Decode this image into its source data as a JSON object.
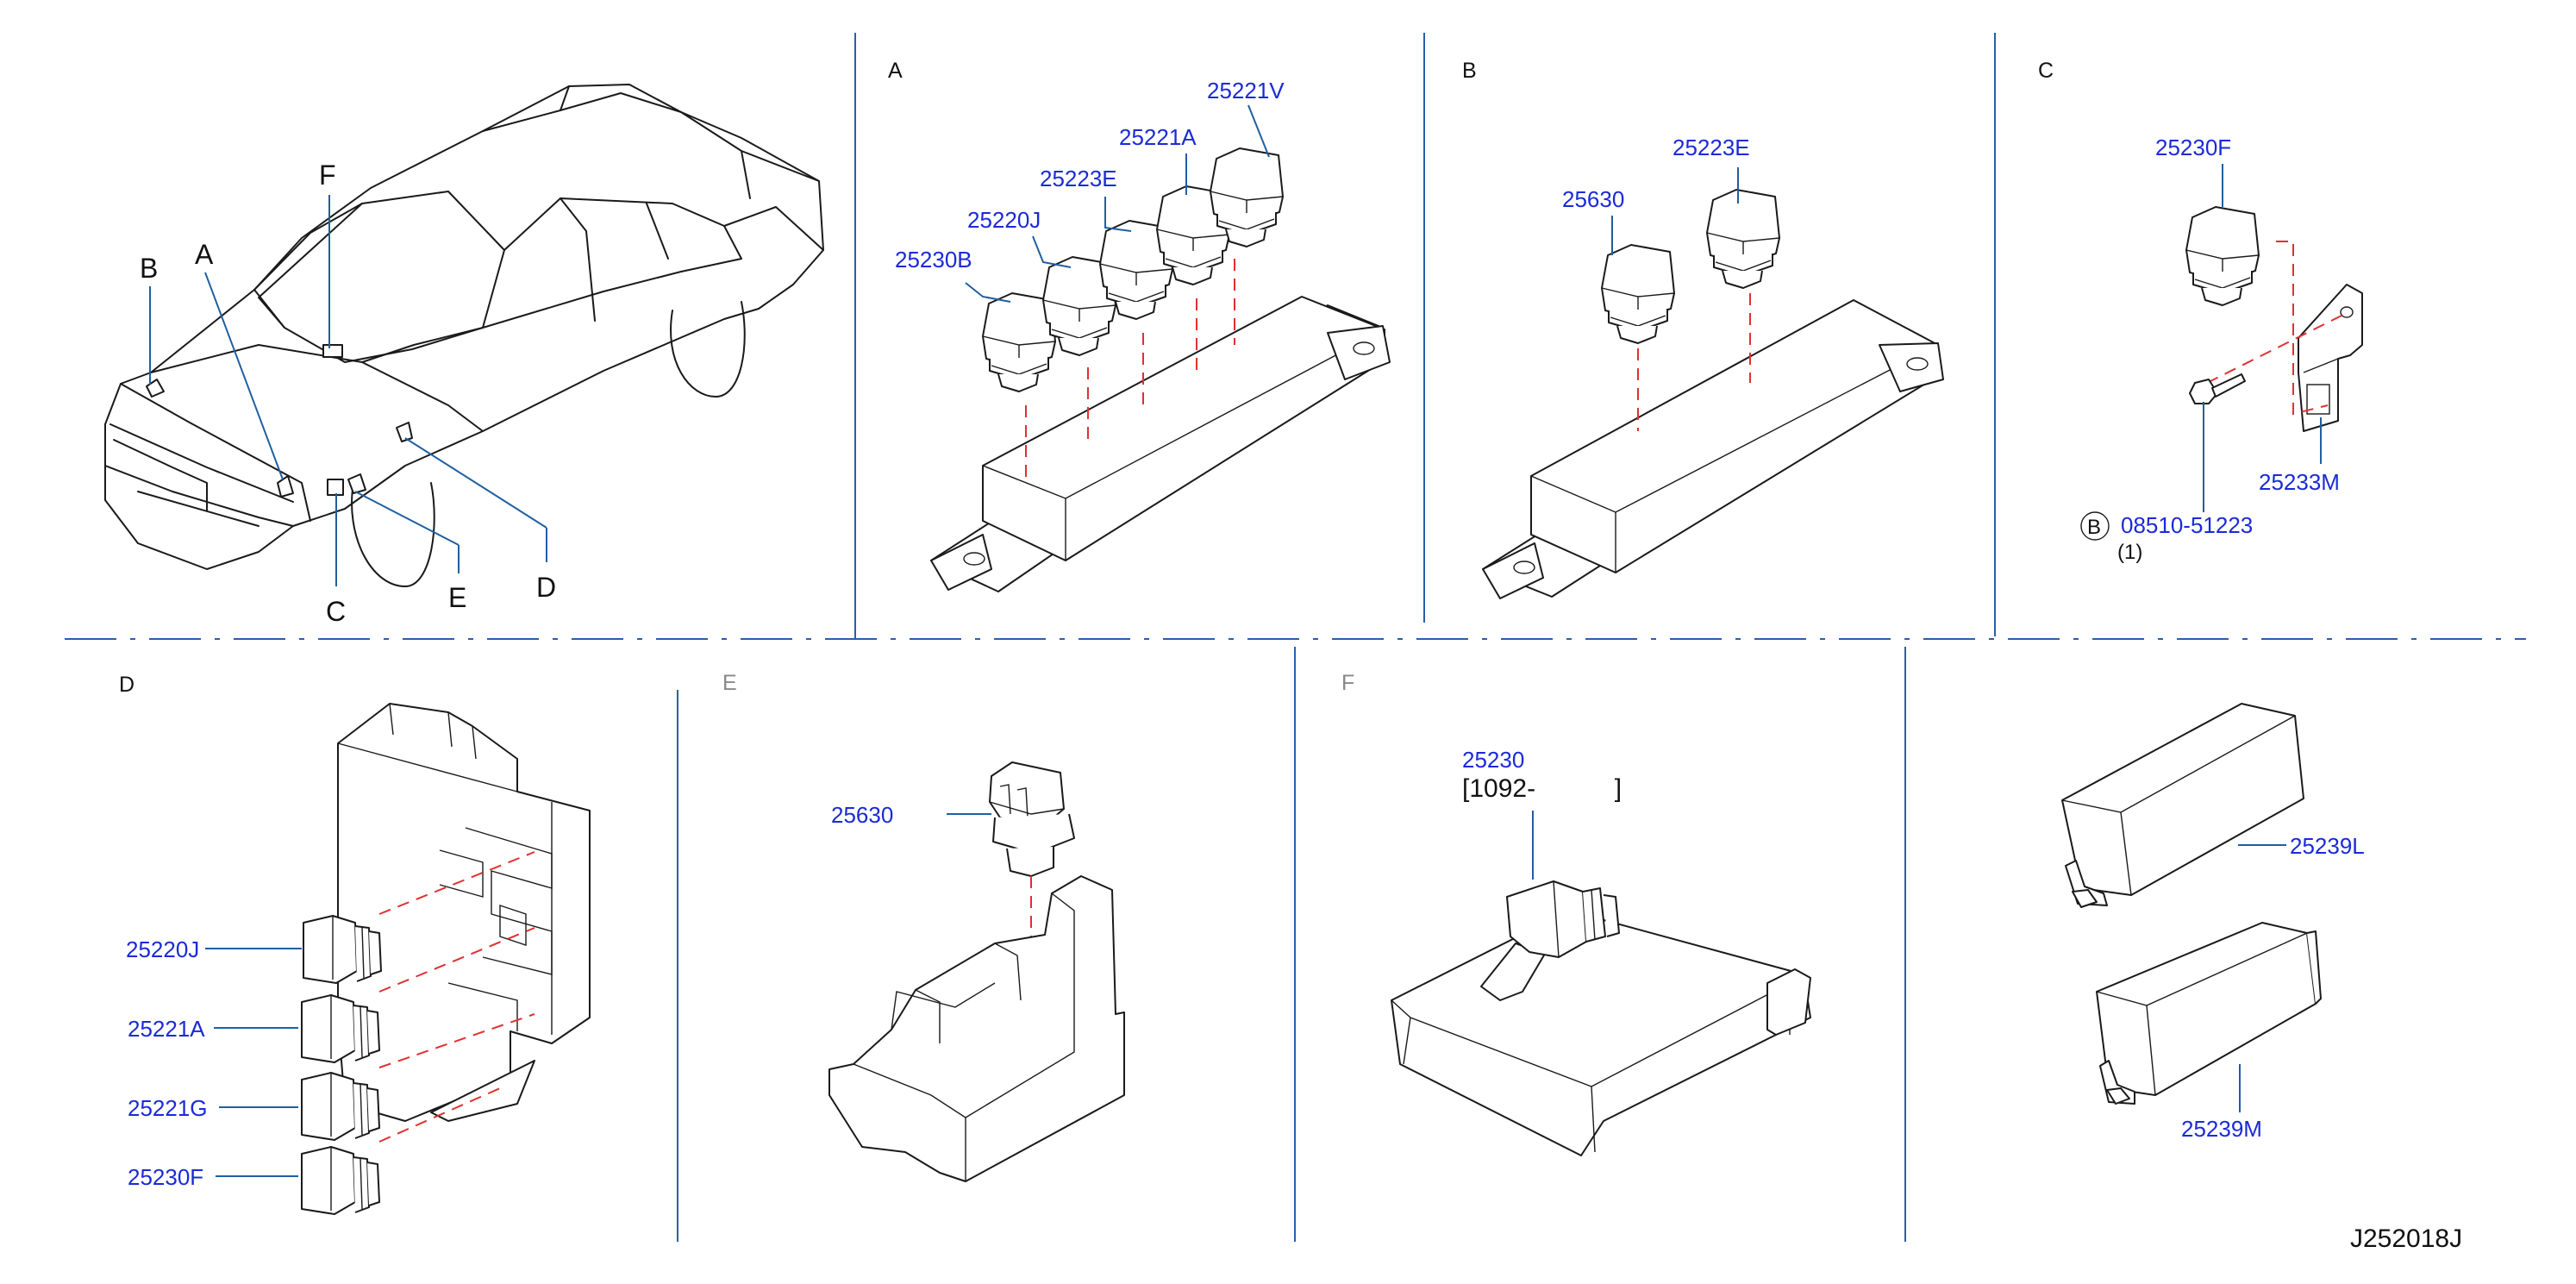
{
  "diagram_id": "J252018J",
  "overview": {
    "callouts": [
      "F",
      "B",
      "A",
      "C",
      "E",
      "D"
    ]
  },
  "panels": {
    "A": {
      "label": "A",
      "parts": [
        "25221V",
        "25221A",
        "25223E",
        "25220J",
        "25230B"
      ]
    },
    "B": {
      "label": "B",
      "parts": [
        "25223E",
        "25630"
      ]
    },
    "C": {
      "label": "C",
      "parts": [
        "25230F",
        "25233M"
      ],
      "bolt": {
        "symbol": "B",
        "part": "08510-51223",
        "qty": "(1)"
      }
    },
    "D": {
      "label": "D",
      "parts": [
        "25220J",
        "25221A",
        "25221G",
        "25230F"
      ]
    },
    "E": {
      "label": "E",
      "parts": [
        "25630"
      ]
    },
    "F": {
      "label": "F",
      "parts": [
        "25230"
      ],
      "date_range": "[1092-           ]"
    },
    "G": {
      "parts": [
        "25239L",
        "25239M"
      ]
    }
  },
  "colors": {
    "part_number": "#1a2ad8",
    "leader": "#1f5fa0",
    "divider": "#2a5fa8",
    "alignment_dash": "#e03030",
    "line_art": "#1a1a1a"
  }
}
